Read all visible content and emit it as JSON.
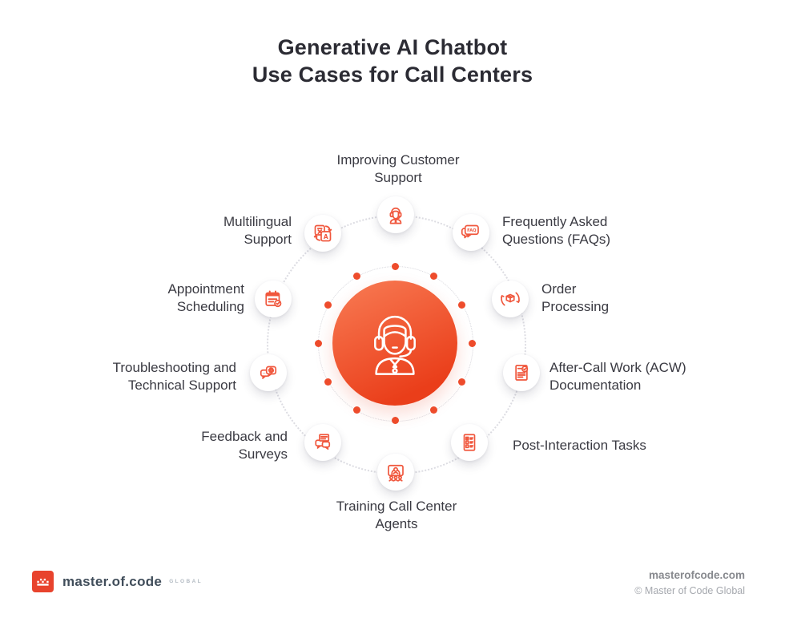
{
  "title": {
    "line1": "Generative AI Chatbot",
    "line2": "Use Cases for Call Centers"
  },
  "center_hub": {
    "icon": "call-center-agent-icon"
  },
  "use_cases": [
    {
      "id": "improving-customer-support",
      "label": "Improving Customer Support",
      "icon": "headset-agent-icon"
    },
    {
      "id": "faq",
      "label": "Frequently Asked Questions (FAQs)",
      "icon": "faq-bubble-icon",
      "icon_text": "FAQ"
    },
    {
      "id": "order-processing",
      "label": "Order Processing",
      "icon": "package-cycle-icon"
    },
    {
      "id": "acw-documentation",
      "label": "After-Call Work (ACW) Documentation",
      "icon": "document-check-icon"
    },
    {
      "id": "post-interaction-tasks",
      "label": "Post-Interaction Tasks",
      "icon": "checklist-icon"
    },
    {
      "id": "training-agents",
      "label": "Training Call Center Agents",
      "icon": "training-presentation-icon"
    },
    {
      "id": "feedback-surveys",
      "label": "Feedback and Surveys",
      "icon": "feedback-chat-icon"
    },
    {
      "id": "troubleshooting",
      "label": "Troubleshooting and Technical Support",
      "icon": "chat-gear-icon"
    },
    {
      "id": "appointment-scheduling",
      "label": "Appointment Scheduling",
      "icon": "calendar-check-icon"
    },
    {
      "id": "multilingual-support",
      "label": "Multilingual Support",
      "icon": "translate-icon",
      "icon_text": "A"
    }
  ],
  "footer": {
    "brand": "master.of.code",
    "brand_suffix": "GLOBAL",
    "website": "masterofcode.com",
    "copyright": "© Master of Code Global"
  },
  "colors": {
    "accent": "#EE4C2C",
    "icon_stroke": "#F0573D",
    "hub_gradient_start": "#F7764F",
    "hub_gradient_end": "#EA3E1A",
    "title_text": "#2B2B33",
    "label_text": "#3A3A42"
  }
}
